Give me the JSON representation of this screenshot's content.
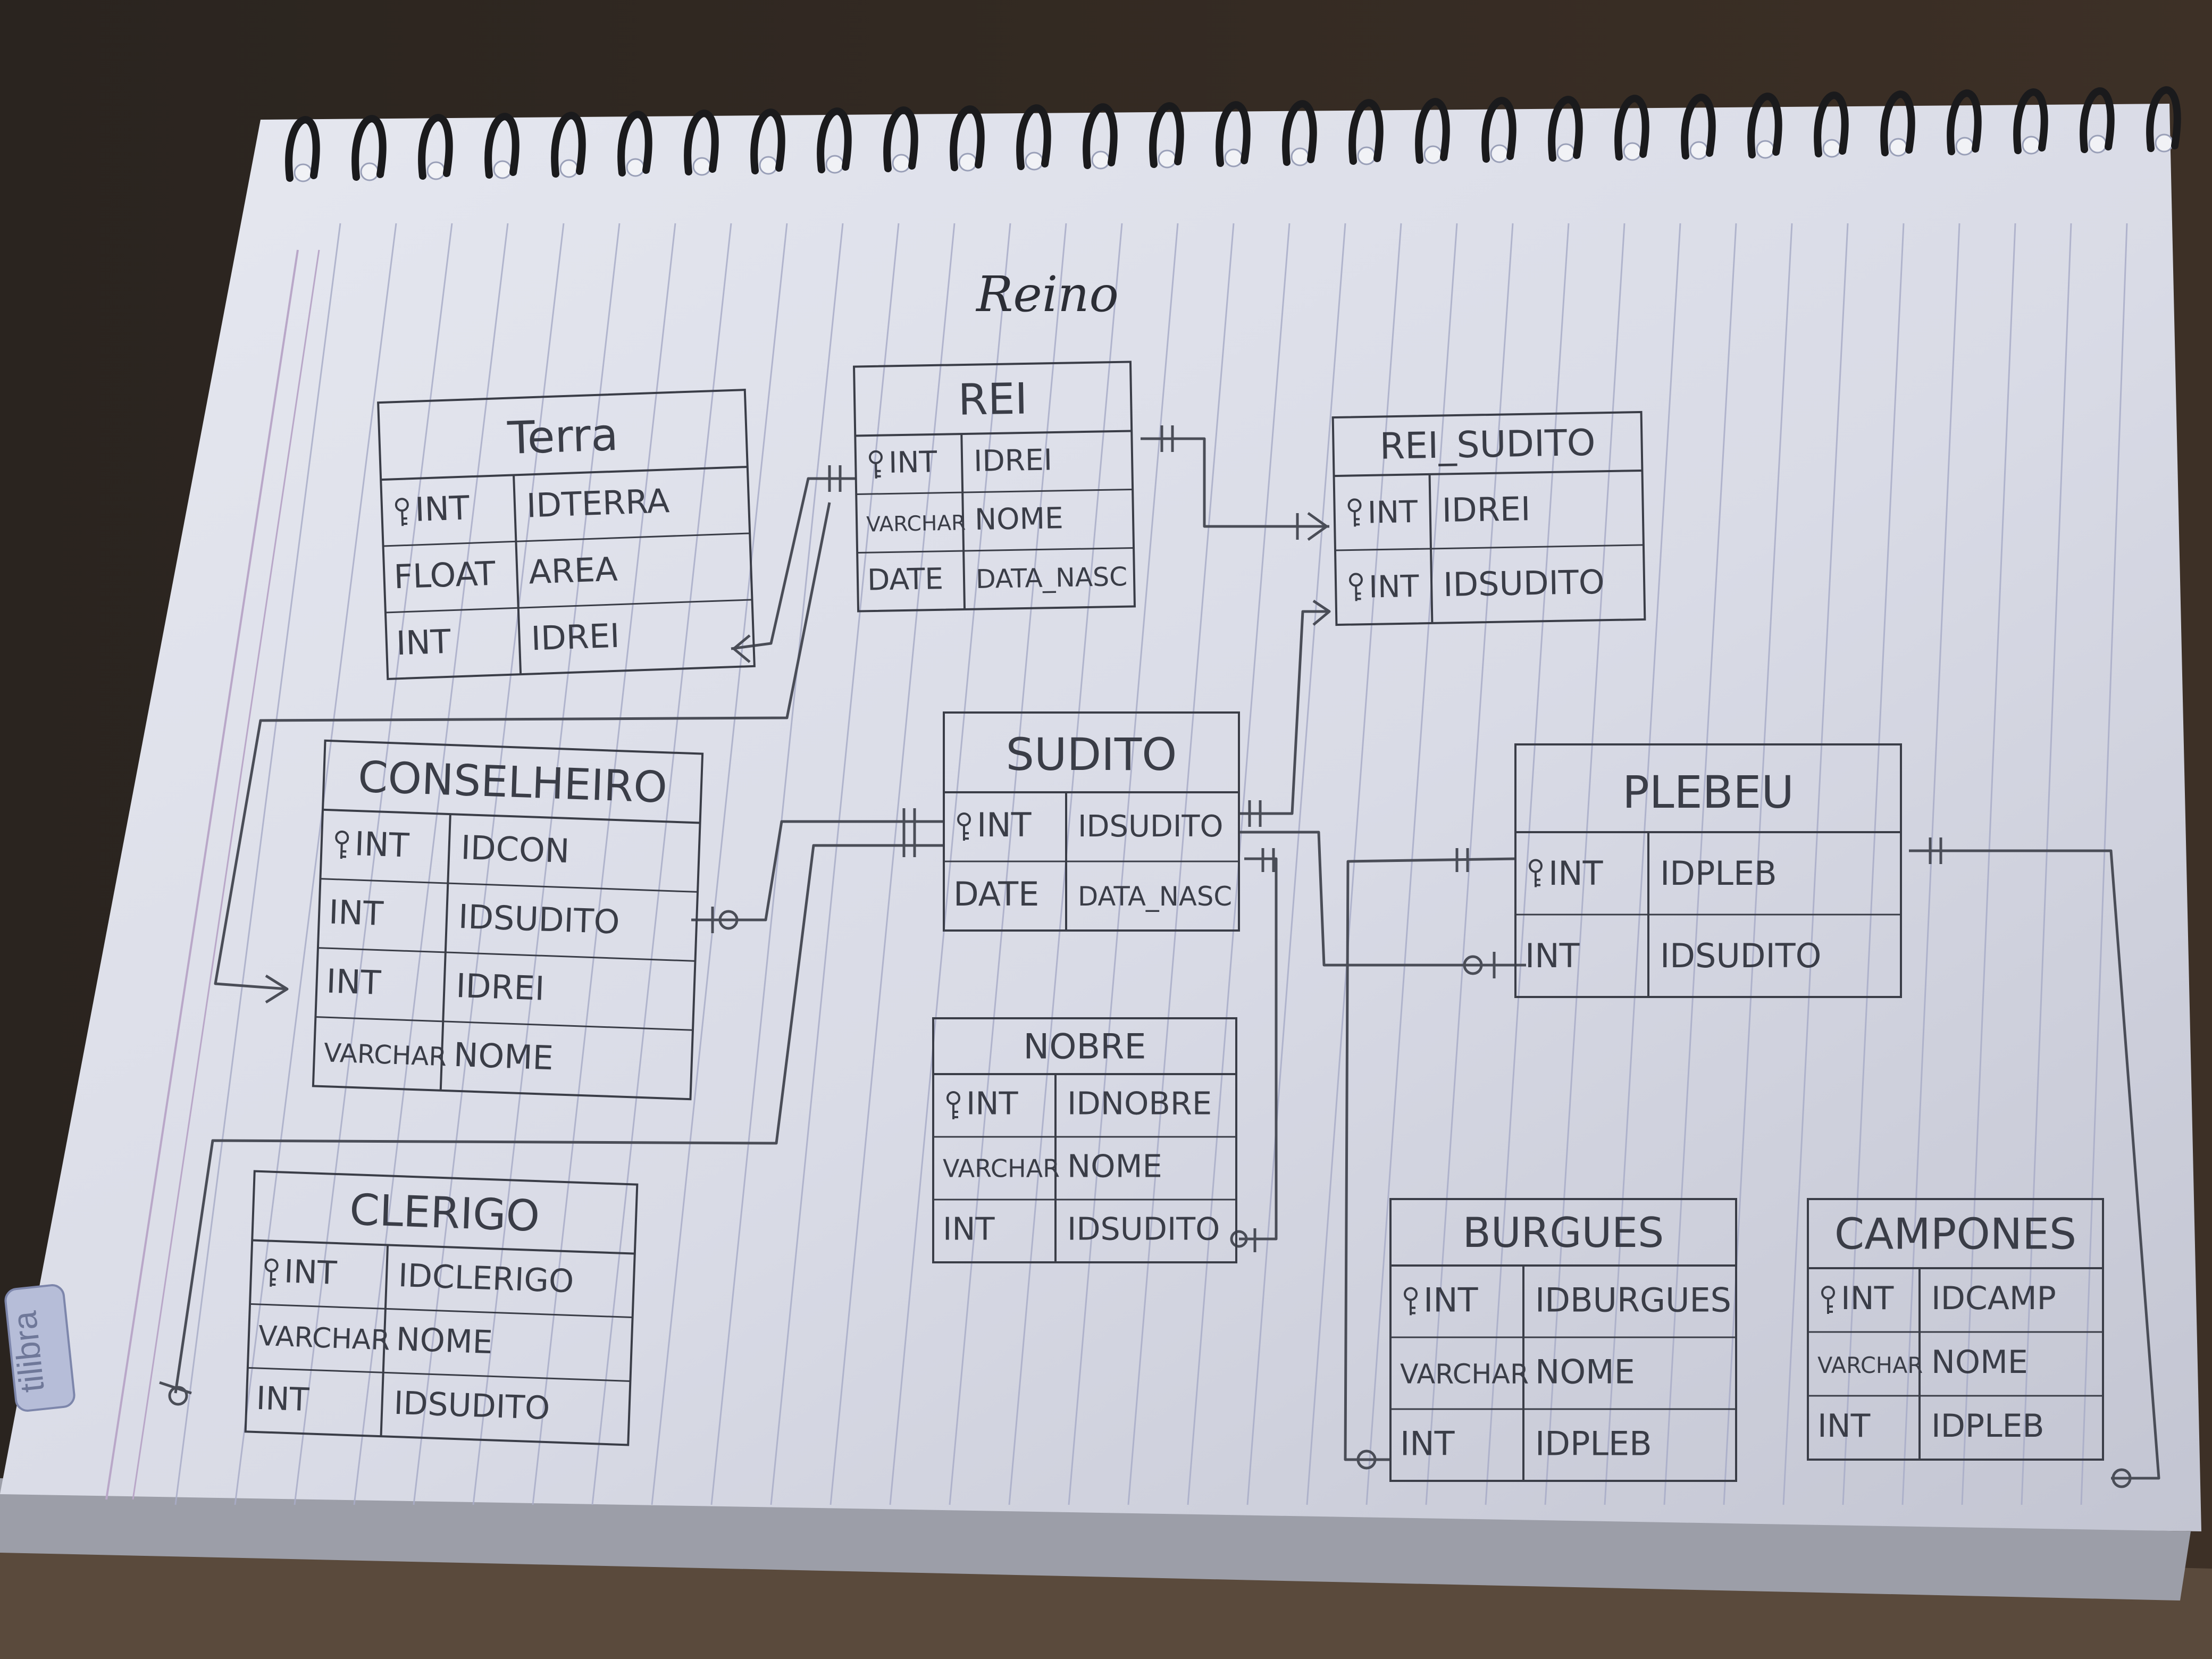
{
  "diagram": {
    "title": "Reino",
    "entities": [
      {
        "id": "terra",
        "name": "Terra",
        "rows": [
          {
            "type": "INT",
            "name": "IDTERRA",
            "pk": true
          },
          {
            "type": "FLOAT",
            "name": "AREA",
            "pk": false
          },
          {
            "type": "INT",
            "name": "IDREI",
            "pk": false
          }
        ]
      },
      {
        "id": "rei",
        "name": "REI",
        "rows": [
          {
            "type": "INT",
            "name": "IDREI",
            "pk": true
          },
          {
            "type": "VARCHAR",
            "name": "NOME",
            "pk": false
          },
          {
            "type": "DATE",
            "name": "DATA_NASC",
            "pk": false
          }
        ]
      },
      {
        "id": "rei_sudito",
        "name": "REI_SUDITO",
        "rows": [
          {
            "type": "INT",
            "name": "IDREI",
            "pk": true
          },
          {
            "type": "INT",
            "name": "IDSUDITO",
            "pk": true
          }
        ]
      },
      {
        "id": "conselheiro",
        "name": "CONSELHEIRO",
        "rows": [
          {
            "type": "INT",
            "name": "IDCON",
            "pk": true
          },
          {
            "type": "INT",
            "name": "IDSUDITO",
            "pk": false
          },
          {
            "type": "INT",
            "name": "IDREI",
            "pk": false
          },
          {
            "type": "VARCHAR",
            "name": "NOME",
            "pk": false
          }
        ]
      },
      {
        "id": "sudito",
        "name": "SUDITO",
        "rows": [
          {
            "type": "INT",
            "name": "IDSUDITO",
            "pk": true
          },
          {
            "type": "DATE",
            "name": "DATA_NASC",
            "pk": false
          }
        ]
      },
      {
        "id": "plebeu",
        "name": "PLEBEU",
        "rows": [
          {
            "type": "INT",
            "name": "IDPLEB",
            "pk": true
          },
          {
            "type": "INT",
            "name": "IDSUDITO",
            "pk": false
          }
        ]
      },
      {
        "id": "nobre",
        "name": "NOBRE",
        "rows": [
          {
            "type": "INT",
            "name": "IDNOBRE",
            "pk": true
          },
          {
            "type": "VARCHAR",
            "name": "NOME",
            "pk": false
          },
          {
            "type": "INT",
            "name": "IDSUDITO",
            "pk": false
          }
        ]
      },
      {
        "id": "clerigo",
        "name": "CLERIGO",
        "rows": [
          {
            "type": "INT",
            "name": "IDCLERIGO",
            "pk": true
          },
          {
            "type": "VARCHAR",
            "name": "NOME",
            "pk": false
          },
          {
            "type": "INT",
            "name": "IDSUDITO",
            "pk": false
          }
        ]
      },
      {
        "id": "burgues",
        "name": "BURGUES",
        "rows": [
          {
            "type": "INT",
            "name": "IDBURGUES",
            "pk": true
          },
          {
            "type": "VARCHAR",
            "name": "NOME",
            "pk": false
          },
          {
            "type": "INT",
            "name": "IDPLEB",
            "pk": false
          }
        ]
      },
      {
        "id": "campones",
        "name": "CAMPONES",
        "rows": [
          {
            "type": "INT",
            "name": "IDCAMP",
            "pk": true
          },
          {
            "type": "VARCHAR",
            "name": "NOME",
            "pk": false
          },
          {
            "type": "INT",
            "name": "IDPLEB",
            "pk": false
          }
        ]
      }
    ],
    "relationships": [
      {
        "from": "rei",
        "to": "terra",
        "from_end": "one",
        "to_end": "many"
      },
      {
        "from": "rei",
        "to": "rei_sudito",
        "from_end": "one",
        "to_end": "many"
      },
      {
        "from": "sudito",
        "to": "rei_sudito",
        "from_end": "one",
        "to_end": "many"
      },
      {
        "from": "rei",
        "to": "conselheiro",
        "from_end": "one",
        "to_end": "many"
      },
      {
        "from": "sudito",
        "to": "conselheiro",
        "from_end": "one",
        "to_end": "zero-or-one"
      },
      {
        "from": "sudito",
        "to": "nobre",
        "from_end": "one",
        "to_end": "zero-or-one"
      },
      {
        "from": "sudito",
        "to": "clerigo",
        "from_end": "one",
        "to_end": "zero-or-one"
      },
      {
        "from": "sudito",
        "to": "plebeu",
        "from_end": "one",
        "to_end": "zero-or-one"
      },
      {
        "from": "plebeu",
        "to": "burgues",
        "from_end": "one",
        "to_end": "zero-or-one"
      },
      {
        "from": "plebeu",
        "to": "campones",
        "from_end": "one",
        "to_end": "zero-or-one"
      }
    ]
  },
  "notebook": {
    "brand": "tilibra",
    "paper_color": "#d9dbe6",
    "line_color": "#a9adc8",
    "ink_color": "#3a3d47",
    "spiral_color": "#1a1a1c"
  }
}
